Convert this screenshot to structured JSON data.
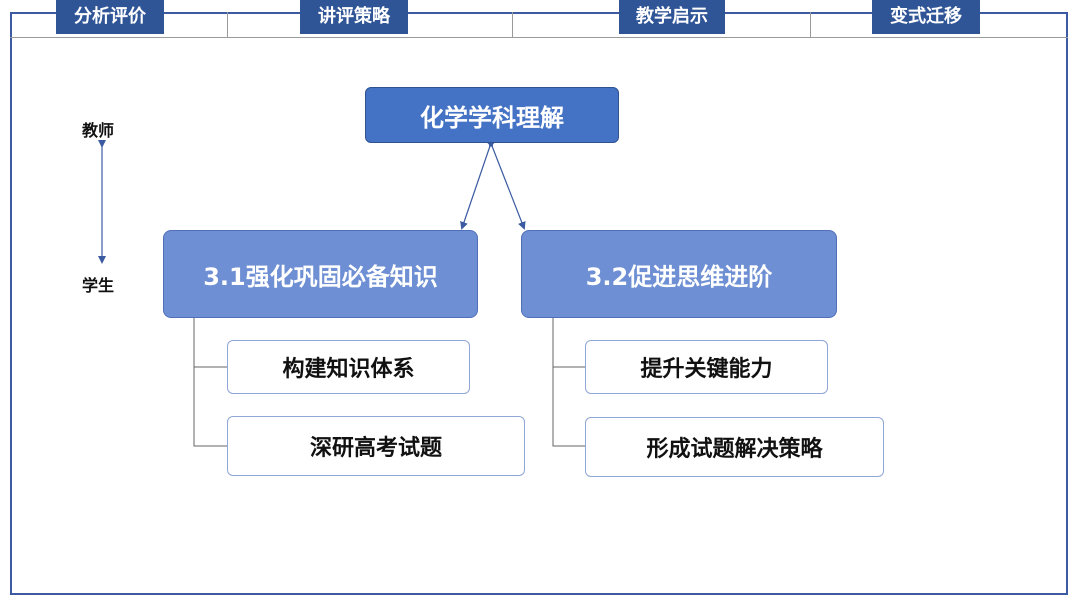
{
  "tabs": [
    {
      "label": "分析评价"
    },
    {
      "label": "讲评策略"
    },
    {
      "label": "教学启示"
    },
    {
      "label": "变式迁移"
    }
  ],
  "side_labels": {
    "top": "教师",
    "bottom": "学生"
  },
  "diagram": {
    "root": "化学学科理解",
    "branches": [
      {
        "label": "3.1强化巩固必备知识",
        "children": [
          "构建知识体系",
          "深研高考试题"
        ]
      },
      {
        "label": "3.2促进思维进阶",
        "children": [
          "提升关键能力",
          "形成试题解决策略"
        ]
      }
    ]
  },
  "colors": {
    "tab_bg": "#2f5597",
    "frame": "#3b5aa1",
    "root_bg": "#4472c4",
    "branch_bg": "#6e8fd3",
    "child_border": "#8fa6d6",
    "arrow": "#3b5aa1",
    "connector": "#666666"
  }
}
